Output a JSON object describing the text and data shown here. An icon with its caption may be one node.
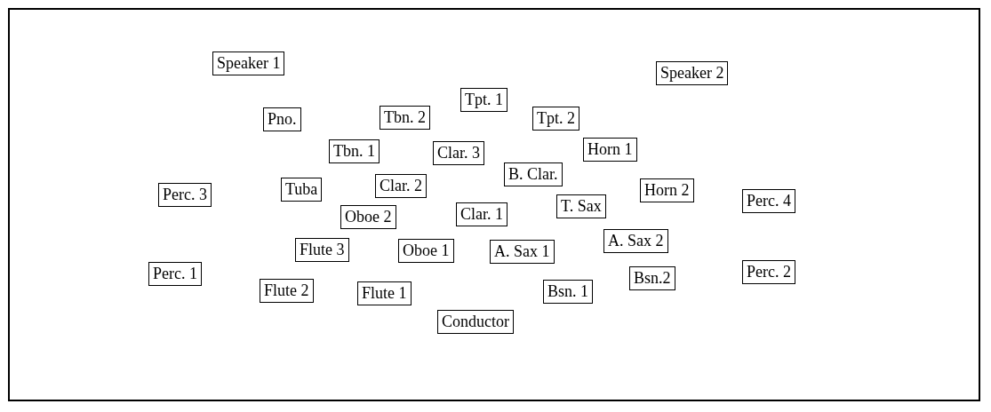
{
  "diagram": {
    "nodes": [
      {
        "text": [],
        "shape": "box"
      },
      {
        "text": [
          "Speaker 1"
        ],
        "in": 0
      },
      {
        "text": [
          "Speaker 2"
        ],
        "in": 0
      },
      {
        "text": [
          "Tpt. 1"
        ],
        "in": 0
      },
      {
        "text": [
          "Pno."
        ],
        "in": 0
      },
      {
        "text": [
          "Tbn. 2"
        ],
        "in": 0
      },
      {
        "text": [
          "Tpt. 2"
        ],
        "in": 0
      },
      {
        "text": [
          "Tbn. 1"
        ],
        "in": 0
      },
      {
        "text": [
          "Clar. 3"
        ],
        "in": 0
      },
      {
        "text": [
          "Horn 1"
        ],
        "in": 0
      },
      {
        "text": [
          "B. Clar."
        ],
        "in": 0
      },
      {
        "text": [
          "Perc. 3"
        ],
        "in": 0
      },
      {
        "text": [
          "Tuba"
        ],
        "in": 0
      },
      {
        "text": [
          "Clar. 2"
        ],
        "in": 0
      },
      {
        "text": [
          "Horn 2"
        ],
        "in": 0
      },
      {
        "text": [
          "Perc. 4"
        ],
        "in": 0
      },
      {
        "text": [
          "Oboe 2"
        ],
        "in": 0
      },
      {
        "text": [
          "Clar. 1"
        ],
        "in": 0
      },
      {
        "text": [
          "T. Sax"
        ],
        "in": 0
      },
      {
        "text": [
          "A. Sax 2"
        ],
        "in": 0
      },
      {
        "text": [
          "Flute 3"
        ],
        "in": 0
      },
      {
        "text": [
          "Oboe 1"
        ],
        "in": 0
      },
      {
        "text": [
          "A. Sax 1"
        ],
        "in": 0
      },
      {
        "text": [
          "Perc. 1"
        ],
        "in": 0
      },
      {
        "text": [
          "Perc. 2"
        ],
        "in": 0
      },
      {
        "text": [
          "Bsn.2"
        ],
        "in": 0
      },
      {
        "text": [
          "Flute 2"
        ],
        "in": 0
      },
      {
        "text": [
          "Flute 1"
        ],
        "in": 0
      },
      {
        "text": [
          "Bsn. 1"
        ],
        "in": 0
      },
      {
        "text": [
          "Conductor"
        ],
        "in": 0
      }
    ]
  }
}
